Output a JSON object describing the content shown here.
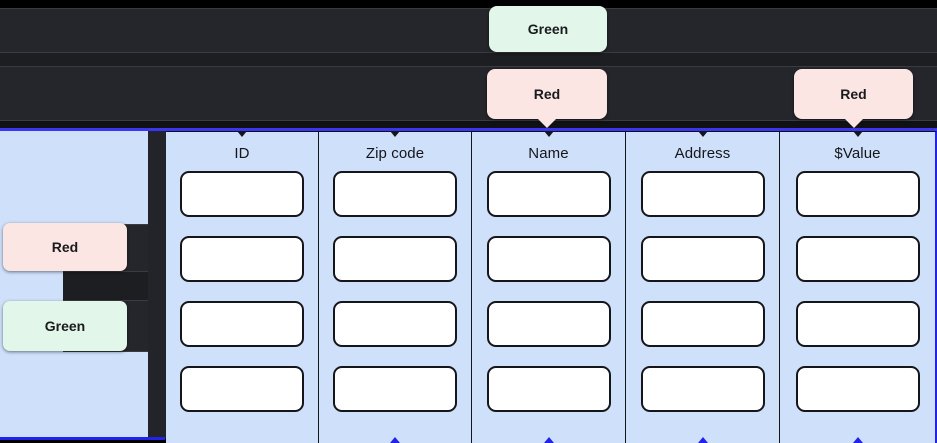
{
  "toolbar": {
    "rows": [
      {
        "name": "toolbar-row-top"
      },
      {
        "name": "toolbar-row-bottom"
      }
    ]
  },
  "chips": {
    "green_top": {
      "label": "Green",
      "color": "#e3f6ea"
    },
    "red_middle": {
      "label": "Red",
      "color": "#fbe6e4"
    },
    "red_right": {
      "label": "Red",
      "color": "#fbe6e4"
    },
    "red_left_panel": {
      "label": "Red",
      "color": "#fbe6e4"
    },
    "green_left_panel": {
      "label": "Green",
      "color": "#e3f6ea"
    }
  },
  "table": {
    "columns": [
      {
        "header": "ID",
        "cells": [
          "",
          "",
          "",
          ""
        ]
      },
      {
        "header": "Zip code",
        "cells": [
          "",
          "",
          "",
          ""
        ]
      },
      {
        "header": "Name",
        "cells": [
          "",
          "",
          "",
          ""
        ]
      },
      {
        "header": "Address",
        "cells": [
          "",
          "",
          "",
          ""
        ]
      },
      {
        "header": "$Value",
        "cells": [
          "",
          "",
          "",
          ""
        ]
      }
    ],
    "row_count": 4,
    "panel_color": "#cfe0fb",
    "accent_color": "#2222ee"
  },
  "colors": {
    "toolbar_dark": "#25262b",
    "panel_blue": "#cfe0fb",
    "divider_blue": "#3b36f0",
    "chip_green": "#e3f6ea",
    "chip_red": "#fbe6e4",
    "outline_dark": "#15161a"
  }
}
